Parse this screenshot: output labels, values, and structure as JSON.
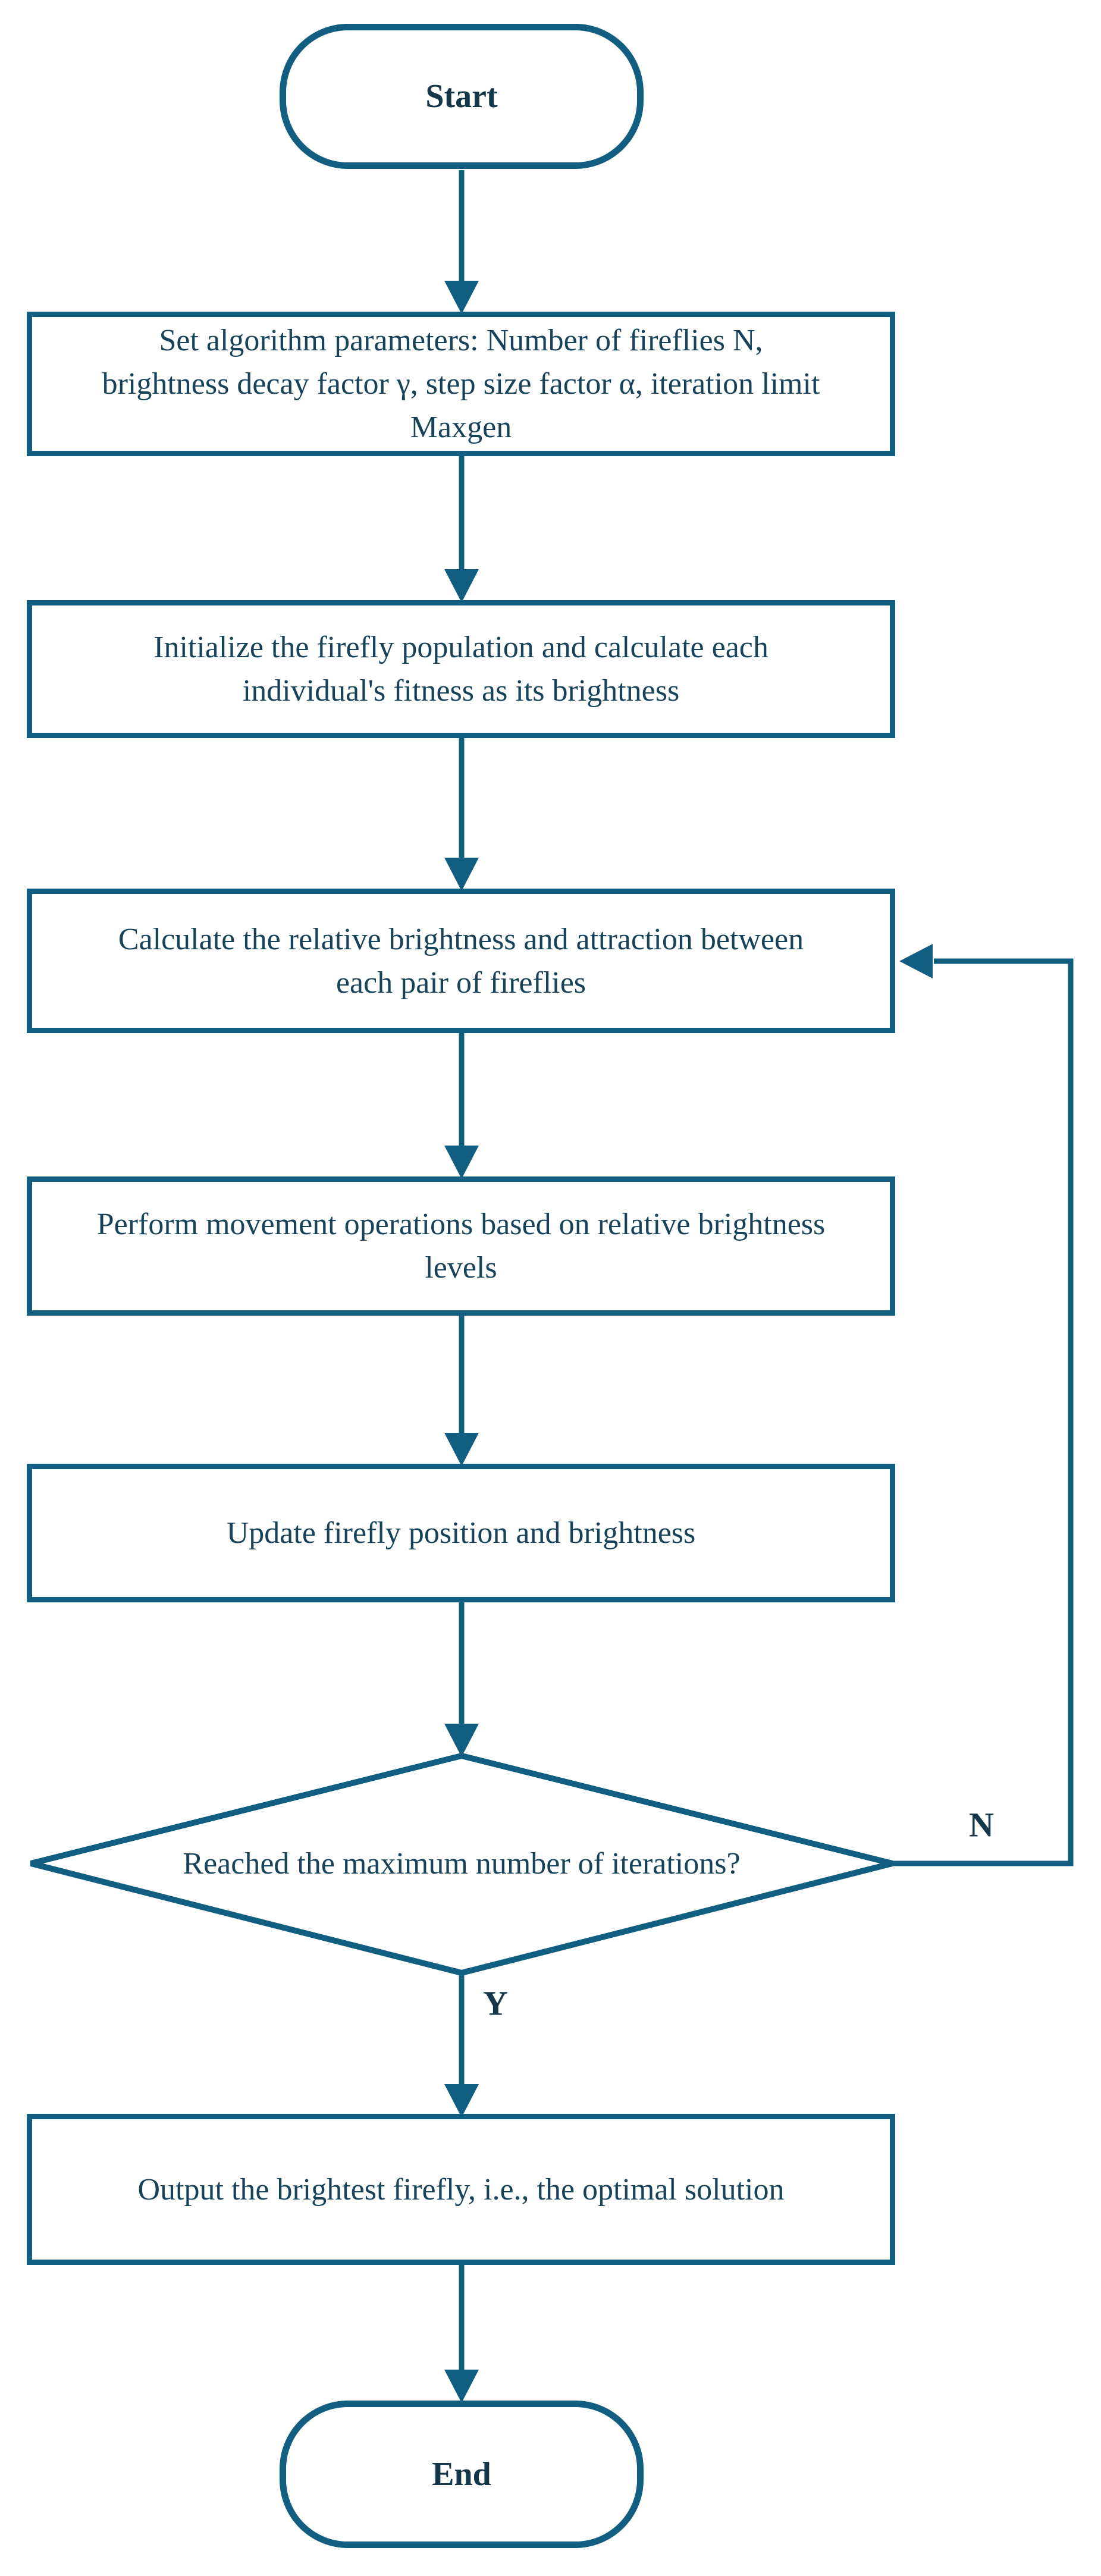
{
  "diagram": {
    "type": "flowchart",
    "subject": "Firefly algorithm optimization flow",
    "colors": {
      "accent": "#115E80",
      "text": "#17435A",
      "background": "#FFFFFF"
    },
    "nodes": [
      {
        "id": "start",
        "shape": "terminator",
        "label": "Start"
      },
      {
        "id": "set-parameters",
        "shape": "process",
        "lines": [
          "Set algorithm parameters: Number of fireflies N,",
          "brightness decay factor γ, step size factor α, iteration limit",
          "Maxgen"
        ]
      },
      {
        "id": "initialize-population",
        "shape": "process",
        "lines": [
          "Initialize the firefly population and calculate each",
          "individual's fitness as its brightness"
        ]
      },
      {
        "id": "calculate-brightness",
        "shape": "process",
        "lines": [
          "Calculate the relative brightness and attraction between",
          "each pair of fireflies"
        ]
      },
      {
        "id": "perform-movement",
        "shape": "process",
        "lines": [
          "Perform movement operations based on relative brightness",
          "levels"
        ]
      },
      {
        "id": "update-position",
        "shape": "process",
        "lines": [
          "Update firefly position and brightness"
        ]
      },
      {
        "id": "decision-max-iterations",
        "shape": "decision",
        "lines": [
          "Reached the maximum number of iterations?"
        ]
      },
      {
        "id": "output-solution",
        "shape": "process",
        "lines": [
          "Output the brightest firefly, i.e., the optimal solution"
        ]
      },
      {
        "id": "end",
        "shape": "terminator",
        "label": "End"
      }
    ],
    "branch_labels": {
      "no": "N",
      "yes": "Y"
    }
  }
}
